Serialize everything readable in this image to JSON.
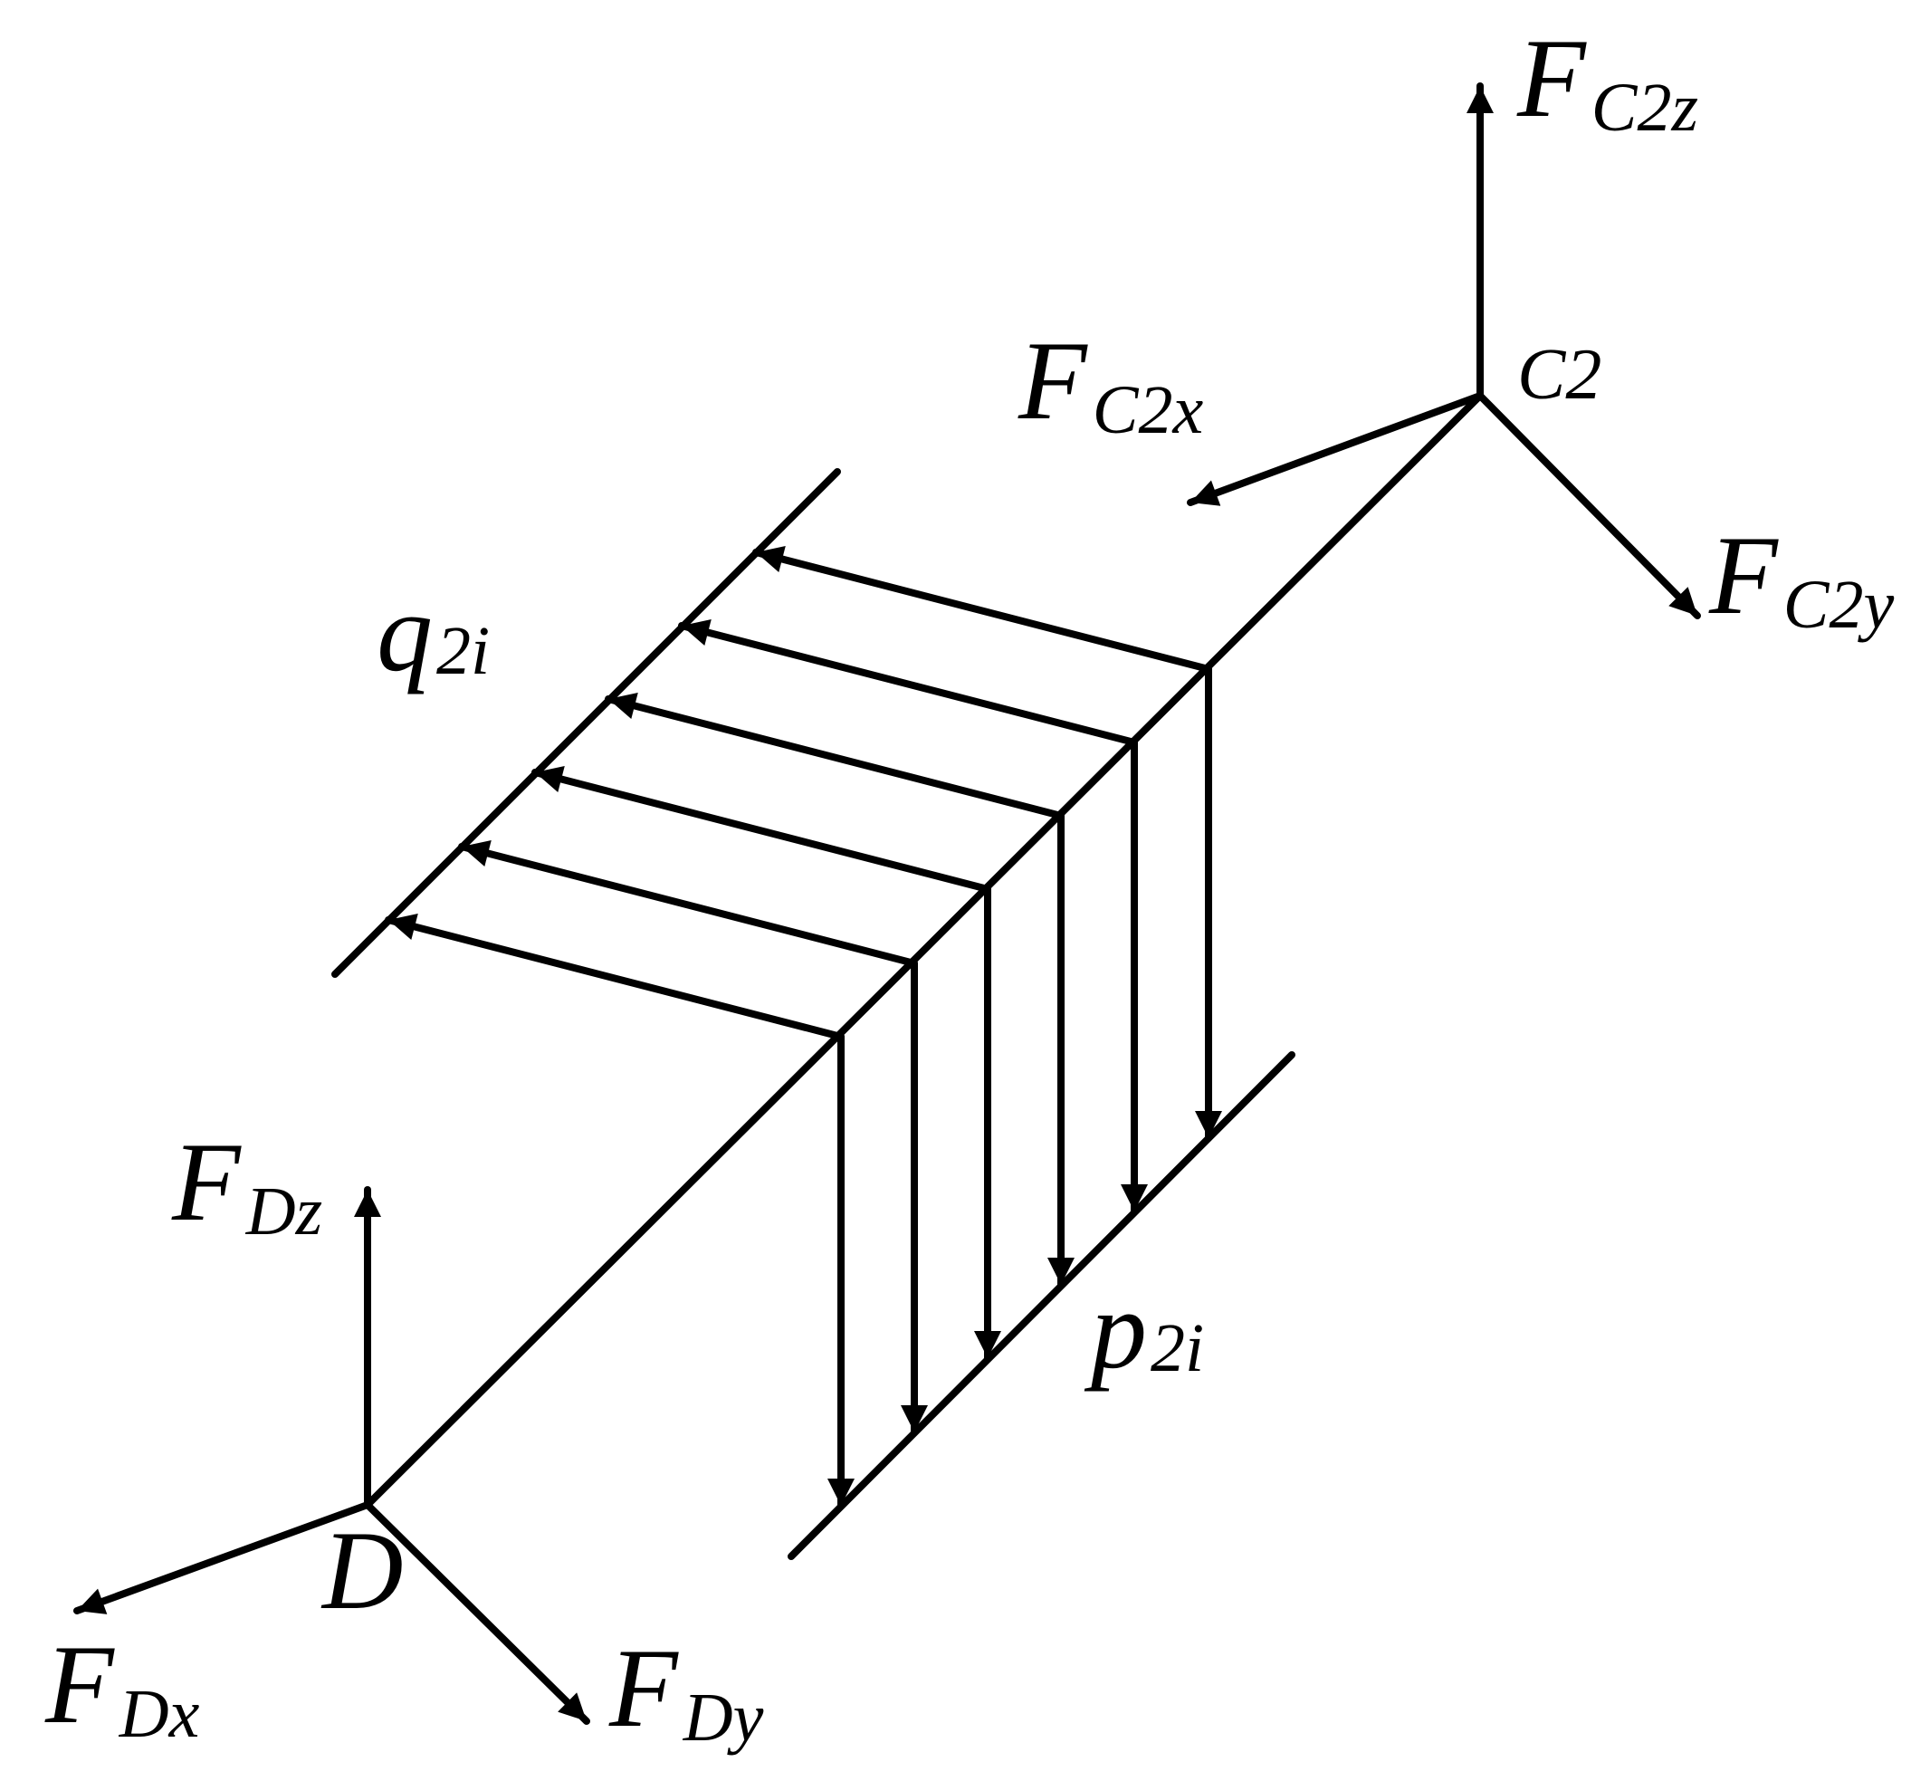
{
  "labels": {
    "fc2z": {
      "main": "F",
      "sub": "C2z"
    },
    "fc2x": {
      "main": "F",
      "sub": "C2x"
    },
    "fc2y": {
      "main": "F",
      "sub": "C2y"
    },
    "c2": "C2",
    "q2i": {
      "main": "q",
      "sub": "2i"
    },
    "p2i": {
      "main": "p",
      "sub": "2i"
    },
    "fdz": {
      "main": "F",
      "sub": "Dz"
    },
    "d": "D",
    "fdx": {
      "main": "F",
      "sub": "Dx"
    },
    "fdy": {
      "main": "F",
      "sub": "Dy"
    }
  }
}
